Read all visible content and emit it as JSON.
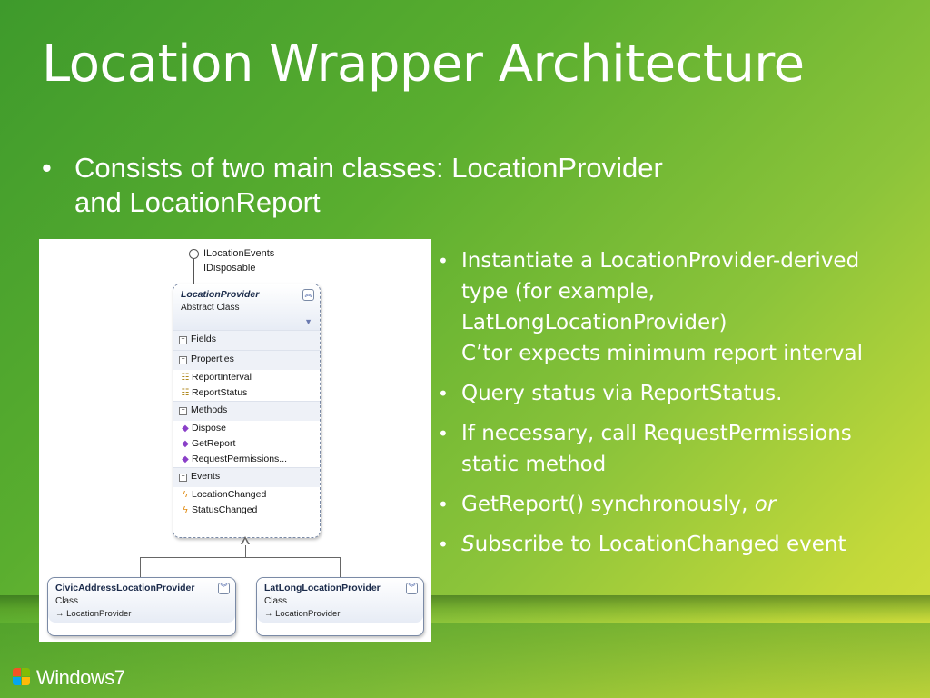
{
  "slide": {
    "title": "Location Wrapper Architecture",
    "bullet_main": {
      "line1": "Consists of two main classes: LocationProvider",
      "line2": "and LocationReport"
    },
    "bullets_right": [
      {
        "lines": [
          "Instantiate a LocationProvider-derived",
          "type (for example,",
          "LatLongLocationProvider)",
          "C’tor expects minimum report interval"
        ]
      },
      {
        "lines": [
          "Query status via ReportStatus."
        ]
      },
      {
        "lines": [
          "If necessary, call RequestPermissions",
          "static method"
        ]
      },
      {
        "text": "GetReport() synchronously, ",
        "italic": "or"
      },
      {
        "italic_prefix": "S",
        "text": "ubscribe to LocationChanged event"
      }
    ]
  },
  "diagram": {
    "interfaces": [
      "ILocationEvents",
      "IDisposable"
    ],
    "main_class": {
      "name": "LocationProvider",
      "kind": "Abstract Class",
      "sections": {
        "fields": "Fields",
        "properties": "Properties",
        "methods": "Methods",
        "events": "Events"
      },
      "properties": [
        "ReportInterval",
        "ReportStatus"
      ],
      "methods": [
        "Dispose",
        "GetReport",
        "RequestPermissions..."
      ],
      "events": [
        "LocationChanged",
        "StatusChanged"
      ]
    },
    "subclasses": [
      {
        "name": "CivicAddressLocationProvider",
        "kind": "Class",
        "base": "→ LocationProvider"
      },
      {
        "name": "LatLongLocationProvider",
        "kind": "Class",
        "base": "→ LocationProvider"
      }
    ]
  },
  "brand": {
    "text": "Windows",
    "version": "7"
  },
  "colors": {
    "bg_start": "#3e9a2c",
    "bg_end": "#d8e03e",
    "text": "#ffffff"
  }
}
